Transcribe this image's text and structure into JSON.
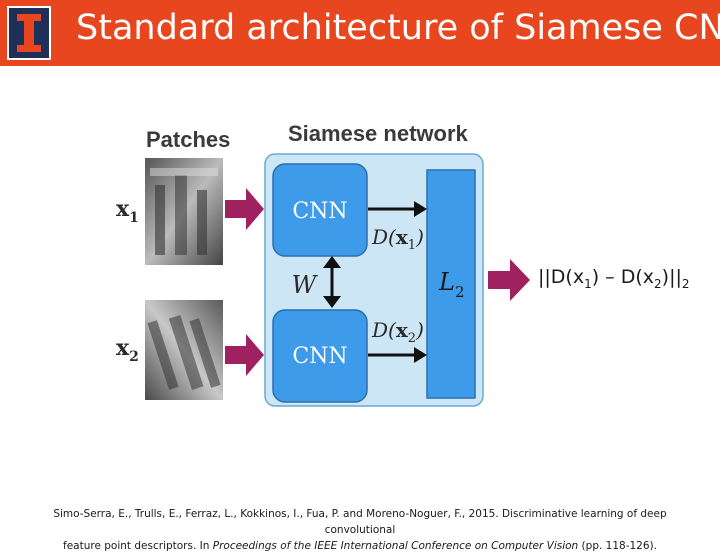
{
  "header": {
    "title": "Standard architecture of Siamese CNN",
    "logo_letter": "I",
    "colors": {
      "bar": "#e8461f",
      "logo_bg": "#1e2f5a"
    }
  },
  "diagram": {
    "patches_label": "Patches",
    "network_label": "Siamese network",
    "input_1": {
      "base": "x",
      "sub": "1"
    },
    "input_2": {
      "base": "x",
      "sub": "2"
    },
    "cnn_top": "CNN",
    "cnn_bottom": "CNN",
    "shared_weights": "W",
    "descriptor_1": {
      "pre": "D(",
      "base": "x",
      "sub": "1",
      "post": ")"
    },
    "descriptor_2": {
      "pre": "D(",
      "base": "x",
      "sub": "2",
      "post": ")"
    },
    "loss_block": {
      "base": "L",
      "sub": "2"
    },
    "colors": {
      "network_fill": "#cde6f5",
      "block_fill": "#3d9be9",
      "arrow": "#a0215f",
      "patch": "#8a8a8a"
    }
  },
  "output_formula": {
    "open": "||D(x",
    "sub1": "1",
    "mid": ") – D(x",
    "sub2": "2",
    "close": ")||",
    "sub3": "2"
  },
  "citation": {
    "line1": "Simo-Serra, E., Trulls, E., Ferraz, L., Kokkinos, I., Fua, P. and Moreno-Noguer, F., 2015. Discriminative learning of deep convolutional",
    "line2_a": "feature point descriptors. In ",
    "line2_venue": "Proceedings of the IEEE International Conference on Computer Vision",
    "line2_b": " (pp. 118-126)."
  }
}
